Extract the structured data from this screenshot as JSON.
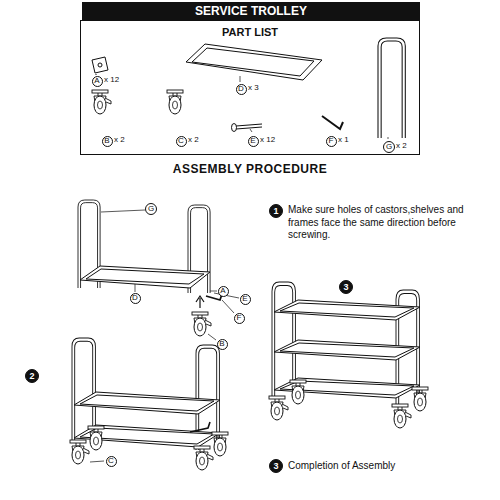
{
  "diagram": {
    "title": "SERVICE TROLLEY",
    "nodes": [
      {
        "text": [
          "PART LIST"
        ]
      },
      {
        "text": [
          "A"
        ],
        "in": 0
      },
      {
        "text": [
          "D"
        ],
        "in": 0
      },
      {
        "text": [
          "B"
        ],
        "in": 0
      },
      {
        "text": [
          "C"
        ],
        "in": 0
      },
      {
        "text": [
          "E"
        ],
        "in": 0
      },
      {
        "text": [
          "F"
        ],
        "in": 0
      },
      {
        "text": [
          "G"
        ],
        "in": 0
      },
      {
        "text": [
          "G"
        ]
      },
      {
        "text": [
          "1"
        ]
      },
      {
        "text": [
          "D"
        ]
      },
      {
        "text": [
          "A"
        ]
      },
      {
        "text": [
          "E"
        ]
      },
      {
        "text": [
          "F"
        ]
      },
      {
        "text": [
          "B"
        ]
      },
      {
        "text": [
          "3"
        ]
      },
      {
        "text": [
          "2"
        ]
      },
      {
        "text": [
          "C"
        ]
      },
      {
        "text": [
          "3"
        ]
      }
    ],
    "labels": [
      "x 12",
      "x 3",
      "x 2",
      "x 2",
      "x 12",
      "x 1",
      "x 2",
      "ASSEMBLY PROCEDURE",
      "Make sure holes of castors,shelves and frames face the same direction before screwing.",
      "Completion of Assembly"
    ]
  }
}
